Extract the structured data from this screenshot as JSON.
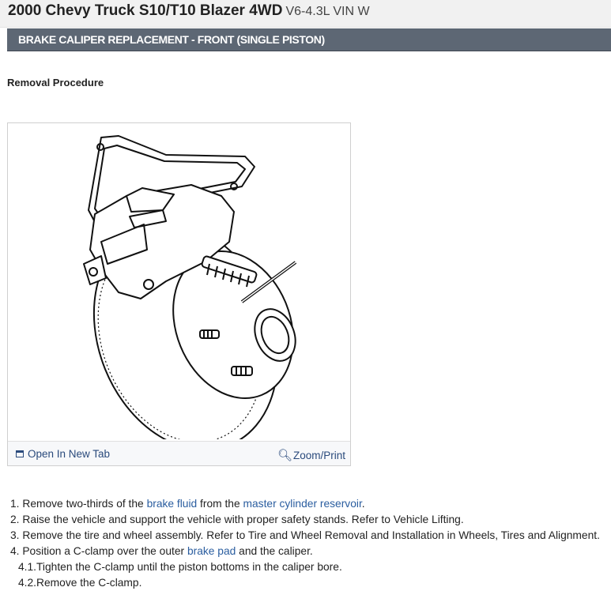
{
  "header": {
    "vehicle": "2000 Chevy Truck S10/T10 Blazer 4WD",
    "engine": "V6-4.3L VIN W"
  },
  "section": {
    "title": "BRAKE CALIPER REPLACEMENT - FRONT (SINGLE PISTON)"
  },
  "procedure": {
    "subtitle": "Removal Procedure"
  },
  "figure": {
    "open_label": "Open In New Tab",
    "zoom_label": "Zoom/Print"
  },
  "steps": {
    "s1_num": "1.",
    "s1_a": "Remove two-thirds of the ",
    "s1_link1": "brake fluid",
    "s1_b": " from the ",
    "s1_link2": "master cylinder reservoir",
    "s1_c": ".",
    "s2_num": "2.",
    "s2": "Raise the vehicle and support the vehicle with proper safety stands. Refer to Vehicle Lifting.",
    "s3_num": "3.",
    "s3": "Remove the tire and wheel assembly. Refer to Tire and Wheel Removal and Installation in Wheels, Tires and Alignment.",
    "s4_num": "4.",
    "s4_a": "Position a C-clamp over the outer ",
    "s4_link": "brake pad",
    "s4_b": " and the caliper.",
    "s41_num": "4.1.",
    "s41": "Tighten the C-clamp until the piston bottoms in the caliper bore.",
    "s42_num": "4.2.",
    "s42": "Remove the C-clamp."
  },
  "colors": {
    "header_bg": "#5d6774",
    "link": "#2a5d9f"
  }
}
